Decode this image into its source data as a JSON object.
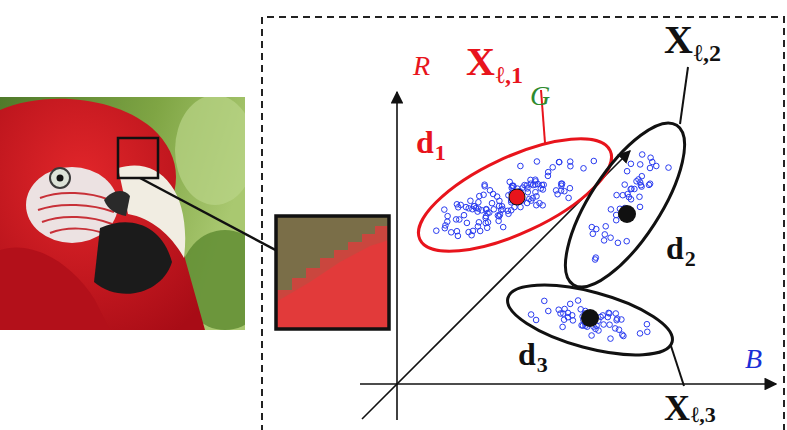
{
  "diagram": {
    "labels": [
      "R",
      "G",
      "B",
      "X",
      "ℓ,1",
      "d",
      "1",
      "X",
      "ℓ,2",
      "d",
      "2",
      "d",
      "3",
      "X",
      "ℓ,3"
    ]
  }
}
